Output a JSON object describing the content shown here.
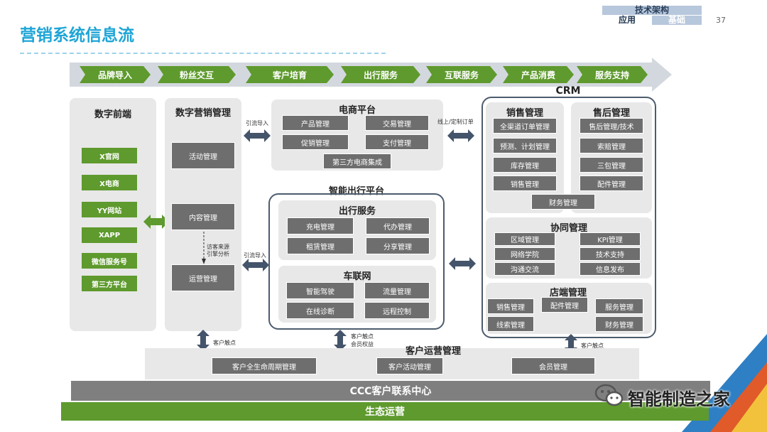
{
  "header": {
    "title": "营销系统信息流",
    "tag_top": "技术架构",
    "tag_left": "应用",
    "tag_right": "基础",
    "page_number": "37"
  },
  "flow_steps": [
    "品牌导入",
    "粉丝交互",
    "客户培育",
    "出行服务",
    "互联服务",
    "产品消费",
    "服务支持"
  ],
  "digital_front": {
    "title": "数字前端",
    "items": [
      "X官网",
      "X电商",
      "YY网站",
      "XAPP",
      "微信服务号",
      "第三方平台"
    ]
  },
  "digital_marketing": {
    "title": "数字营销管理",
    "items": [
      "活动管理",
      "内容管理",
      "运营管理"
    ],
    "note_line1": "访客来源",
    "note_line2": "引擎分析"
  },
  "ecommerce": {
    "title": "电商平台",
    "items": [
      "产品管理",
      "交易管理",
      "促销管理",
      "支付管理",
      "第三方电商集成"
    ]
  },
  "smart_travel": {
    "title": "智能出行平台",
    "travel_service": {
      "title": "出行服务",
      "items": [
        "充电管理",
        "代办管理",
        "租赁管理",
        "分享管理"
      ]
    },
    "iov": {
      "title": "车联网",
      "items": [
        "智能驾驶",
        "流量管理",
        "在线诊断",
        "远程控制"
      ]
    }
  },
  "crm": {
    "title": "CRM",
    "sales": {
      "title": "销售管理",
      "items": [
        "全渠道订单管理",
        "预测、计划管理",
        "库存管理",
        "销售管理"
      ]
    },
    "after_sales": {
      "title": "售后管理",
      "items": [
        "售后管理/技术",
        "索赔管理",
        "三包管理",
        "配件管理"
      ]
    },
    "finance": "财务管理",
    "collab": {
      "title": "协同管理",
      "items": [
        "区域管理",
        "KPI管理",
        "网络学院",
        "技术支持",
        "沟通交流",
        "信息发布"
      ]
    },
    "store": {
      "title": "店端管理",
      "items": [
        "销售管理",
        "配件管理",
        "服务管理",
        "线索管理",
        "财务管理"
      ]
    }
  },
  "labels": {
    "traffic_in_1": "引流导入",
    "traffic_in_2": "引流导入",
    "online_offline": "线上/定制订单",
    "touchpoint_1": "客户触点",
    "touchpoint_2_line1": "客户触点",
    "touchpoint_2_line2": "会员权益",
    "touchpoint_3": "客户触点"
  },
  "customer_ops": {
    "title": "客户运营管理",
    "items": [
      "客户全生命周期管理",
      "客户活动管理",
      "会员管理"
    ]
  },
  "bottom": {
    "ccc": "CCC客户联系中心",
    "ecology": "生态运营"
  },
  "watermark": "智能制造之家",
  "colors": {
    "title": "#1ea5d6",
    "green": "#5e9a2d",
    "grey_box": "#6e6e6e",
    "bar_grey": "#7f7f7f",
    "outline": "#4d5c6e"
  }
}
